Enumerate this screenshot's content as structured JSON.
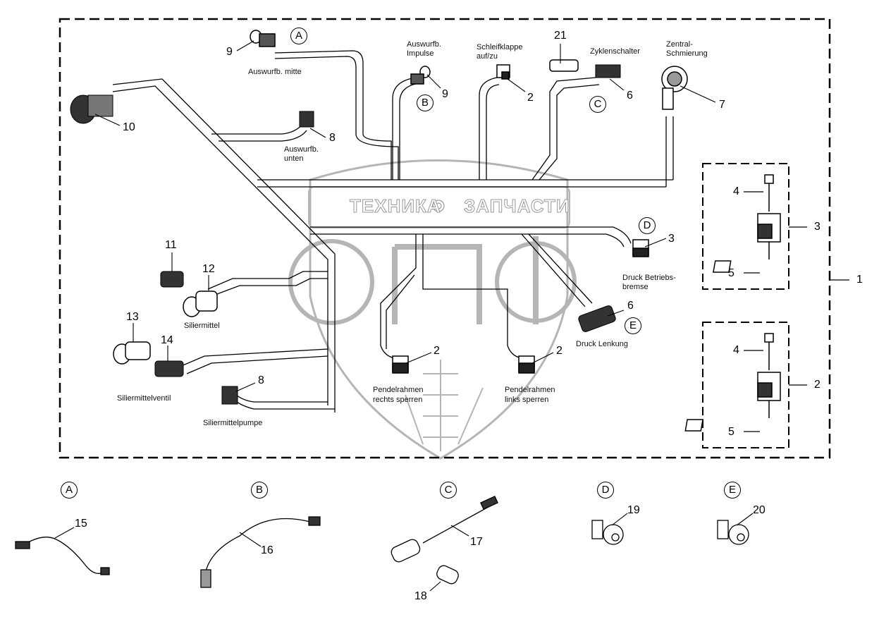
{
  "diagram": {
    "title": "Wiring harness parts diagram",
    "watermark": {
      "logo_letters": "ЭПФ",
      "banner_left": "ТЕХНИКА",
      "banner_right": "ЗАПЧАСТИ",
      "banner_icon": "gear-icon",
      "color": "#aaaaaa"
    },
    "assembly_callout": "1",
    "labels": {
      "auswurfb_mitte": "Auswurfb. mitte",
      "auswurfb_impulse_1": "Auswurfb.",
      "auswurfb_impulse_2": "Impulse",
      "schleifklappe_1": "Schleifklappe",
      "schleifklappe_2": "auf/zu",
      "zyklenschalter": "Zyklenschalter",
      "zentral_1": "Zentral-",
      "zentral_2": "Schmierung",
      "auswurfb_unten_1": "Auswurfb.",
      "auswurfb_unten_2": "unten",
      "druck_betriebs_1": "Druck Betriebs-",
      "druck_betriebs_2": "bremse",
      "druck_lenkung": "Druck Lenkung",
      "siliermittel": "Siliermittel",
      "siliermittelventil": "Siliermittelventil",
      "siliermittelpumpe": "Siliermittelpumpe",
      "pendel_rechts_1": "Pendelrahmen",
      "pendel_rechts_2": "rechts sperren",
      "pendel_links_1": "Pendelrahmen",
      "pendel_links_2": "links sperren"
    },
    "callouts": {
      "c9a": "9",
      "c9b": "9",
      "c2top": "2",
      "c21": "21",
      "c6top": "6",
      "c7": "7",
      "c10": "10",
      "c8top": "8",
      "c3d": "3",
      "c6e": "6",
      "c11": "11",
      "c12": "12",
      "c13": "13",
      "c14": "14",
      "c8bot": "8",
      "c2r": "2",
      "c2l": "2",
      "box1_4": "4",
      "box1_3": "3",
      "box1_5": "5",
      "box2_4": "4",
      "box2_2": "2",
      "box2_5": "5",
      "c15": "15",
      "c16": "16",
      "c17": "17",
      "c18": "18",
      "c19": "19",
      "c20": "20"
    },
    "detail_markers": {
      "A": "A",
      "B": "B",
      "C": "C",
      "D": "D",
      "E": "E"
    }
  }
}
